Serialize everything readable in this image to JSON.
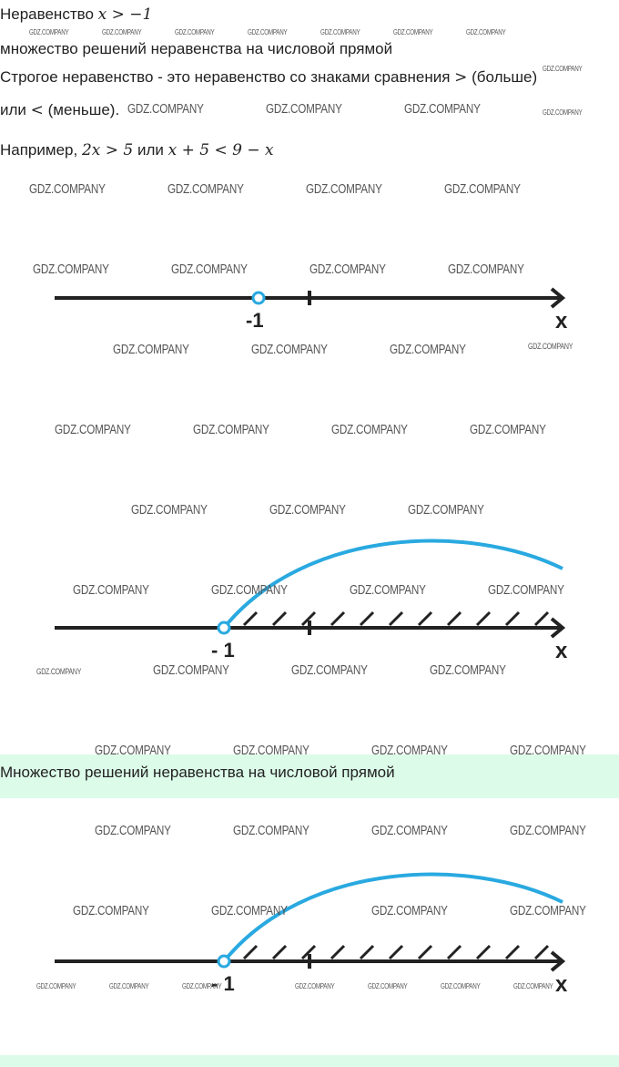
{
  "heading": {
    "prefix": "Неравенство",
    "math": "x > −1"
  },
  "subtitle": "множество решений неравенства на числовой прямой",
  "definition": {
    "line1": "Строгое неравенство - это неравенство со знаками сравнения",
    "gt": ">",
    "gt_label": "(больше)",
    "line2_prefix": "или",
    "lt": "<",
    "lt_label": "(меньше)."
  },
  "example": {
    "prefix": "Например,",
    "expr1": "2x > 5",
    "or": "или",
    "expr2": "x + 5 < 9 − x"
  },
  "diagrams": [
    {
      "point_label": "-1",
      "axis_label": "x",
      "point": -1,
      "open_point": true,
      "shaded": false
    },
    {
      "point_label": "- 1",
      "axis_label": "x",
      "point": -1,
      "open_point": true,
      "shaded": true
    },
    {
      "point_label": "- 1",
      "axis_label": "x",
      "point": -1,
      "open_point": true,
      "shaded": true
    }
  ],
  "section_title": "Множество решений неравенства на числовой прямой",
  "watermark": "GDZ.COMPANY",
  "colors": {
    "accent": "#29a9e0",
    "band": "#dcfbe9",
    "line": "#222222"
  }
}
